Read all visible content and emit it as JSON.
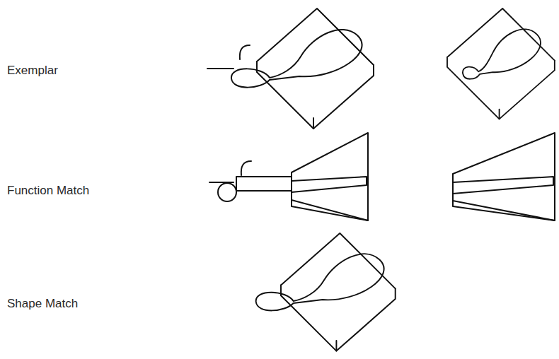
{
  "diagram": {
    "labels": [
      "Exemplar",
      "Function Match",
      "Shape Match"
    ]
  }
}
